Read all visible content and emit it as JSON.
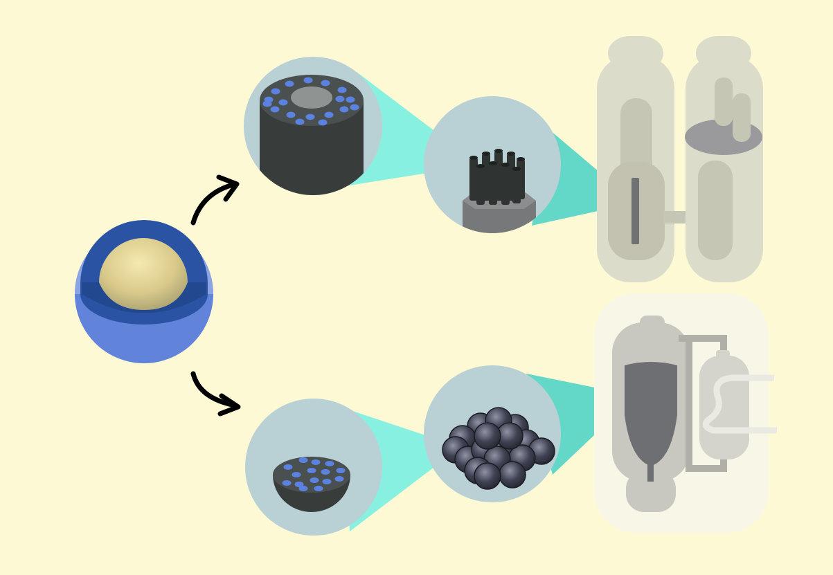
{
  "diagram": {
    "nodes": [
      {
        "id": "triso-particle",
        "icon": "coated-fuel-particle-icon"
      },
      {
        "id": "fuel-compact",
        "icon": "cylindrical-fuel-compact-icon"
      },
      {
        "id": "prismatic-block",
        "icon": "hexagonal-fuel-block-icon"
      },
      {
        "id": "prismatic-reactor",
        "icon": "prismatic-reactor-vessel-icon"
      },
      {
        "id": "fuel-pebble",
        "icon": "pebble-cross-section-icon"
      },
      {
        "id": "pebble-bed",
        "icon": "pebble-cluster-icon"
      },
      {
        "id": "pebble-bed-reactor",
        "icon": "pebble-bed-reactor-vessel-icon"
      }
    ],
    "edges": [
      {
        "from": "triso-particle",
        "to": "fuel-compact"
      },
      {
        "from": "fuel-compact",
        "to": "prismatic-block"
      },
      {
        "from": "prismatic-block",
        "to": "prismatic-reactor"
      },
      {
        "from": "triso-particle",
        "to": "fuel-pebble"
      },
      {
        "from": "fuel-pebble",
        "to": "pebble-bed"
      },
      {
        "from": "pebble-bed",
        "to": "pebble-bed-reactor"
      }
    ]
  },
  "colors": {
    "background": "#fdf9d4",
    "circle_bg": "#b9d1d4",
    "beam_light": "#88f0e0",
    "beam_dark": "#63d8c8",
    "graphite": "#383d3c",
    "blue_dot": "#5b82e0",
    "particle_outer": "#6283da",
    "particle_shell": "#2b53a3",
    "kernel": "#e9d897",
    "vessel_gray": "#c0bfae",
    "arrow": "#000000"
  }
}
